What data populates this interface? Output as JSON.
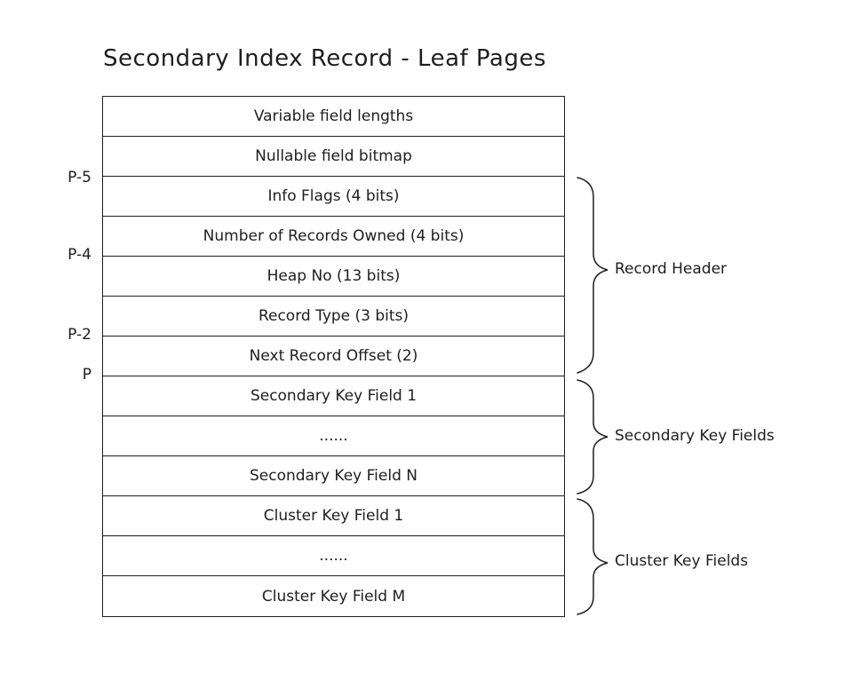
{
  "title": "Secondary Index Record - Leaf Pages",
  "rows": [
    "Variable field lengths",
    "Nullable field bitmap",
    "Info Flags (4 bits)",
    "Number of Records Owned (4 bits)",
    "Heap No (13 bits)",
    "Record Type (3 bits)",
    "Next Record Offset (2)",
    "Secondary Key Field 1",
    "......",
    "Secondary Key Field N",
    "Cluster Key Field 1",
    "......",
    "Cluster Key Field M"
  ],
  "markers": [
    "P-5",
    "P-4",
    "P-2",
    "P"
  ],
  "groups": [
    "Record Header",
    "Secondary Key Fields",
    "Cluster Key Fields"
  ]
}
